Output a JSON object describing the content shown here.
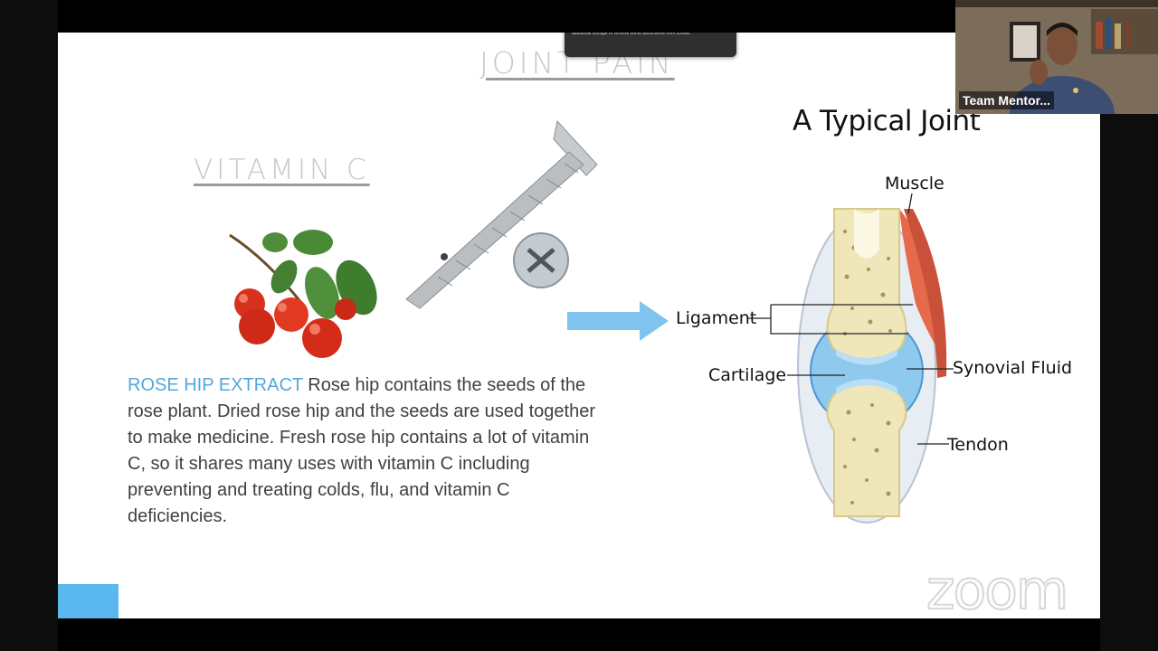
{
  "slide": {
    "title": "JOINT PAIN",
    "left_heading": "VITAMIN C",
    "description_highlight": "ROSE HIP EXTRACT",
    "description_body": " Rose hip contains the seeds of the rose plant. Dried rose hip and the seeds are used together to make medicine. Fresh rose hip contains a lot of vitamin C, so it shares many uses with vitamin C including preventing and treating colds, flu, and vitamin C deficiencies.",
    "diagram_title": "A Typical Joint",
    "diagram_labels": {
      "muscle": "Muscle",
      "ligament": "Ligament",
      "cartilage": "Cartilage",
      "synovial_fluid": "Synovial Fluid",
      "tendon": "Tendon"
    },
    "accent_color": "#5ab8ef"
  },
  "notification": {
    "text": "There is not enough space to save this document to iCloud. Purchase additional storage or remove some documents from iCloud."
  },
  "video": {
    "participant_name": "Team Mentor..."
  },
  "watermark": "zoom"
}
